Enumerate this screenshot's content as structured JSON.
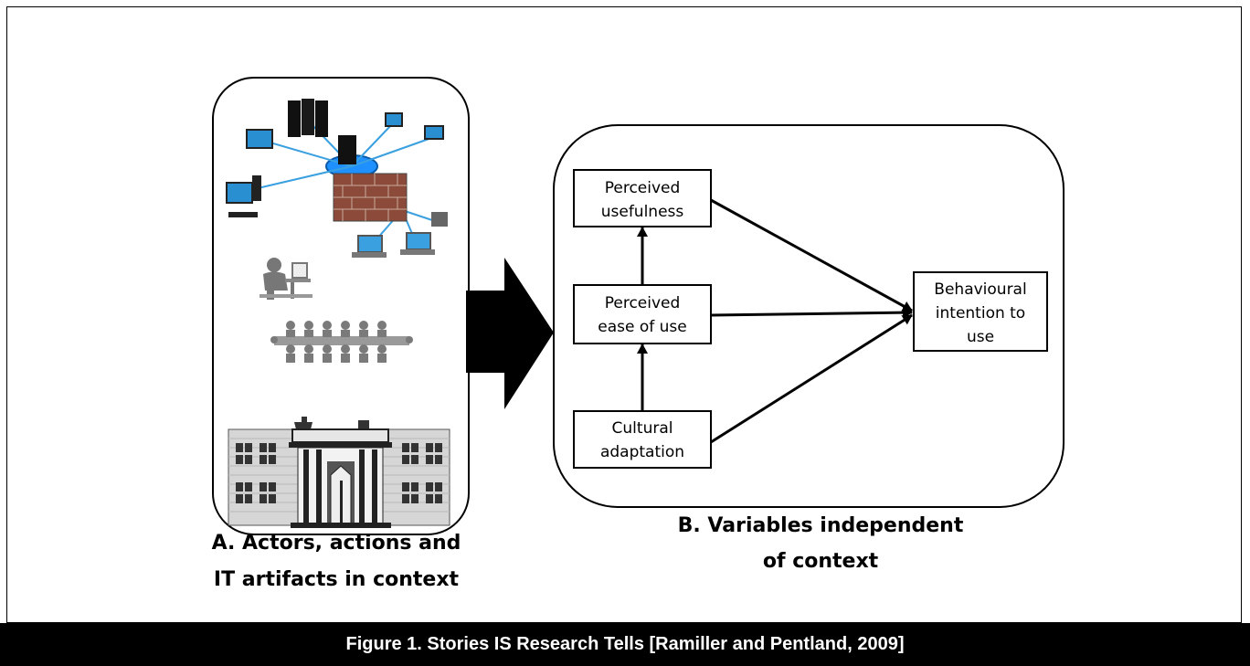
{
  "panel_a": {
    "caption_line1": "A.  Actors, actions and",
    "caption_line2": "IT artifacts in context",
    "icons": [
      "network-icon",
      "computer-worker-icon",
      "meeting-icon",
      "building-icon"
    ]
  },
  "panel_b": {
    "caption_line1": "B.  Variables independent",
    "caption_line2": "of context",
    "nodes": {
      "usefulness": [
        "Perceived",
        "usefulness"
      ],
      "ease": [
        "Perceived",
        "ease of use"
      ],
      "cultural": [
        "Cultural",
        "adaptation"
      ],
      "intention": [
        "Behavioural",
        "intention to",
        "use"
      ]
    }
  },
  "figure_caption": "Figure 1. Stories IS Research Tells [Ramiller and Pentland, 2009]"
}
